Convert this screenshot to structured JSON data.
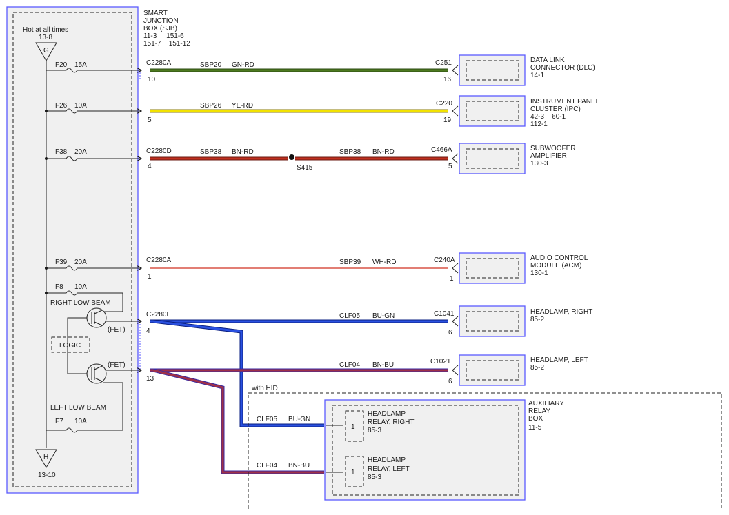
{
  "sjb": {
    "title1": "SMART",
    "title2": "JUNCTION",
    "title3": "BOX (SJB)",
    "ref1": "11-3     151-6",
    "ref2": "151-7    151-12",
    "hot": "Hot at all times",
    "top_ref": "13-8",
    "top_tri": "G",
    "bottom_tri": "H",
    "bottom_ref": "13-10",
    "right_low_beam": "RIGHT LOW BEAM",
    "left_low_beam": "LEFT LOW BEAM",
    "logic": "LOGIC",
    "fet": "(FET)"
  },
  "fuses": [
    {
      "id": "F20",
      "amp": "15A"
    },
    {
      "id": "F26",
      "amp": "10A"
    },
    {
      "id": "F38",
      "amp": "20A"
    },
    {
      "id": "F39",
      "amp": "20A"
    },
    {
      "id": "F8",
      "amp": "10A"
    },
    {
      "id": "F7",
      "amp": "10A"
    }
  ],
  "circuits": [
    {
      "src_conn": "C2280A",
      "src_pin": "10",
      "circuit": "SBP20",
      "color_code": "GN-RD",
      "dst_conn": "C251",
      "dst_pin": "16",
      "wire_color": "#3f6b1a"
    },
    {
      "src_conn": "",
      "src_pin": "5",
      "circuit": "SBP26",
      "color_code": "YE-RD",
      "dst_conn": "C220",
      "dst_pin": "19",
      "wire_color": "#e8d400"
    },
    {
      "src_conn": "C2280D",
      "src_pin": "4",
      "circuit": "SBP38",
      "color_code": "BN-RD",
      "dst_conn": "C466A",
      "dst_pin": "5",
      "wire_color": "#b02a1a"
    },
    {
      "src_conn": "C2280A",
      "src_pin": "1",
      "circuit": "SBP39",
      "color_code": "WH-RD",
      "dst_conn": "C240A",
      "dst_pin": "1",
      "wire_color": "#d03020"
    },
    {
      "src_conn": "C2280E",
      "src_pin": "4",
      "circuit": "CLF05",
      "color_code": "BU-GN",
      "dst_conn": "C1041",
      "dst_pin": "6",
      "wire_color": "#1e3fd0"
    },
    {
      "src_conn": "",
      "src_pin": "13",
      "circuit": "CLF04",
      "color_code": "BN-BU",
      "dst_conn": "C1021",
      "dst_pin": "6",
      "wire_color": "#8a2a6a"
    }
  ],
  "splice": {
    "label": "S415",
    "circuit": "SBP38",
    "color_code": "BN-RD"
  },
  "components": [
    {
      "line1": "DATA LINK",
      "line2": "CONNECTOR (DLC)",
      "line3": "14-1",
      "line4": ""
    },
    {
      "line1": "INSTRUMENT PANEL",
      "line2": "CLUSTER (IPC)",
      "line3": "42-3    60-1",
      "line4": "112-1"
    },
    {
      "line1": "SUBWOOFER",
      "line2": "AMPLIFIER",
      "line3": "130-3",
      "line4": ""
    },
    {
      "line1": "AUDIO CONTROL",
      "line2": "MODULE (ACM)",
      "line3": "130-1",
      "line4": ""
    },
    {
      "line1": "HEADLAMP, RIGHT",
      "line2": "85-2",
      "line3": "",
      "line4": ""
    },
    {
      "line1": "HEADLAMP, LEFT",
      "line2": "85-2",
      "line3": "",
      "line4": ""
    }
  ],
  "aux": {
    "with_hid": "with HID",
    "box1": "AUXILIARY",
    "box2": "RELAY",
    "box3": "BOX",
    "box4": "11-5",
    "relay_r1": "HEADLAMP",
    "relay_r2": "RELAY, RIGHT",
    "relay_r3": "85-3",
    "relay_l1": "HEADLAMP",
    "relay_l2": "RELAY, LEFT",
    "relay_l3": "85-3",
    "pin": "1",
    "clf05": "CLF05",
    "bugn": "BU-GN",
    "clf04": "CLF04",
    "bnbu": "BN-BU"
  },
  "colors": {
    "outline": "#5a5aff",
    "box_fill": "#f0f0f0"
  }
}
